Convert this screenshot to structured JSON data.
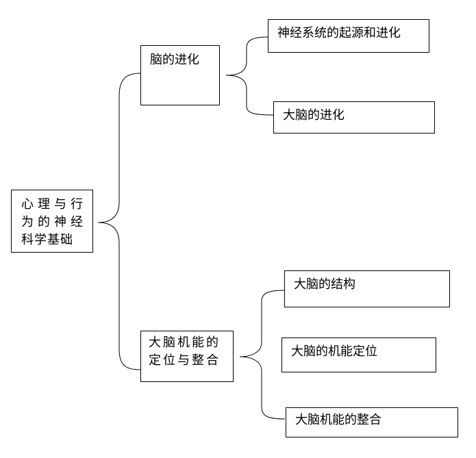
{
  "root": {
    "lines": [
      "心理与行",
      "为的神经",
      "科学基础"
    ]
  },
  "branches": [
    {
      "label": "脑的进化",
      "children": [
        "神经系统的起源和进化",
        "大脑的进化"
      ]
    },
    {
      "label_lines": [
        "大脑机能的",
        "定位与整合"
      ],
      "children": [
        "大脑的结构",
        "大脑的机能定位",
        "大脑机能的整合"
      ]
    }
  ]
}
